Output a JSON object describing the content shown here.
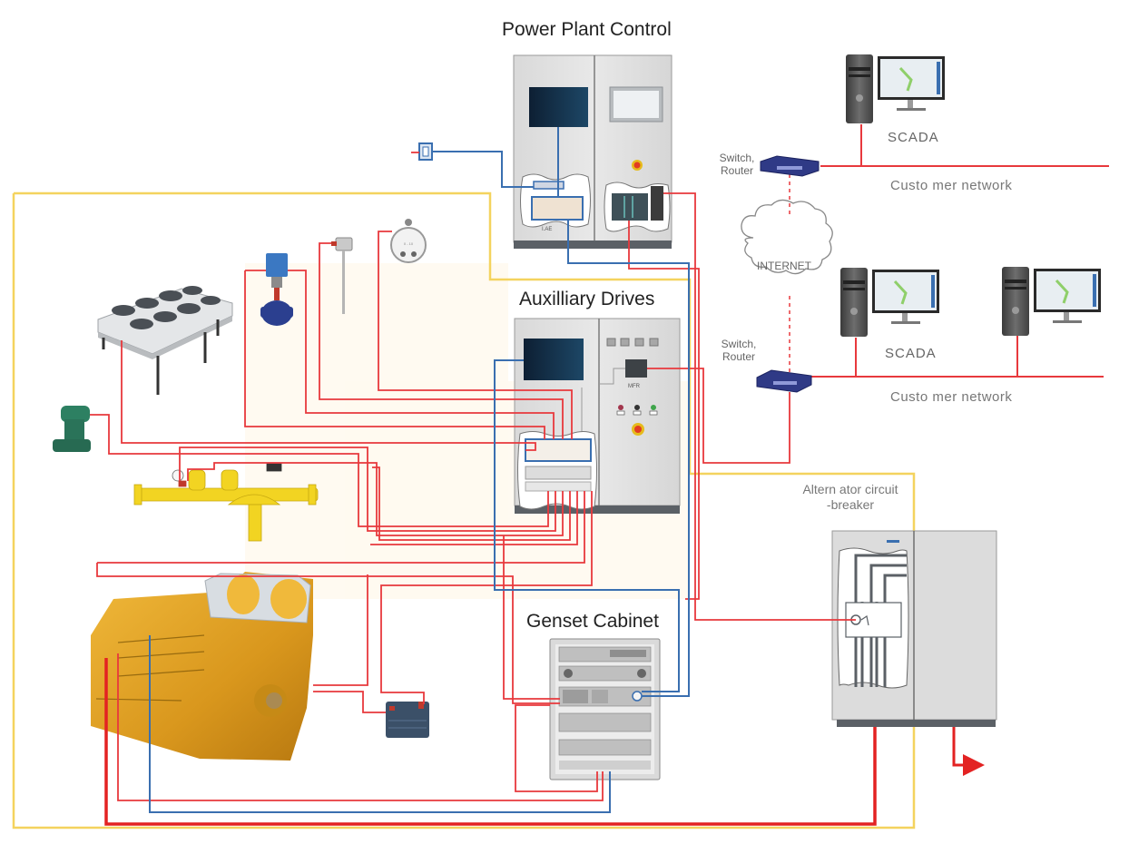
{
  "title": "Power Plant Control",
  "cabinets": {
    "power_plant_control": {
      "label": "Power Plant Control",
      "module_label": "I.AE"
    },
    "auxiliary_drives": {
      "label": "Auxilliary Drives",
      "meter_label": "MFR"
    },
    "genset_cabinet": {
      "label": "Genset Cabinet"
    },
    "alternator_breaker": {
      "label_line1": "Altern ator circuit",
      "label_line2": "-breaker"
    }
  },
  "network": {
    "switch_router_top": {
      "line1": "Switch,",
      "line2": "Router"
    },
    "switch_router_bottom": {
      "line1": "Switch,",
      "line2": "Router"
    },
    "internet": "INTERNET",
    "scada_top": "SCADA",
    "scada_bottom": "SCADA",
    "customer_network_top": "Custo mer network",
    "customer_network_bottom": "Custo mer network"
  },
  "devices": [
    "dry-cooler",
    "control-valve",
    "temperature-sensor",
    "pressure-transmitter",
    "pump",
    "gas-train",
    "gas-engine-genset",
    "starter-battery",
    "signal-converter"
  ],
  "colors": {
    "signal_wire": "#e8393d",
    "power_wire": "#e32222",
    "bus_wire": "#3a6fb0",
    "boundary": "#f4d35e",
    "cabinet": "#e2e2e2",
    "cabinet_base": "#5b6066",
    "engine": "#e0a52a",
    "gas_train": "#f2d422"
  }
}
